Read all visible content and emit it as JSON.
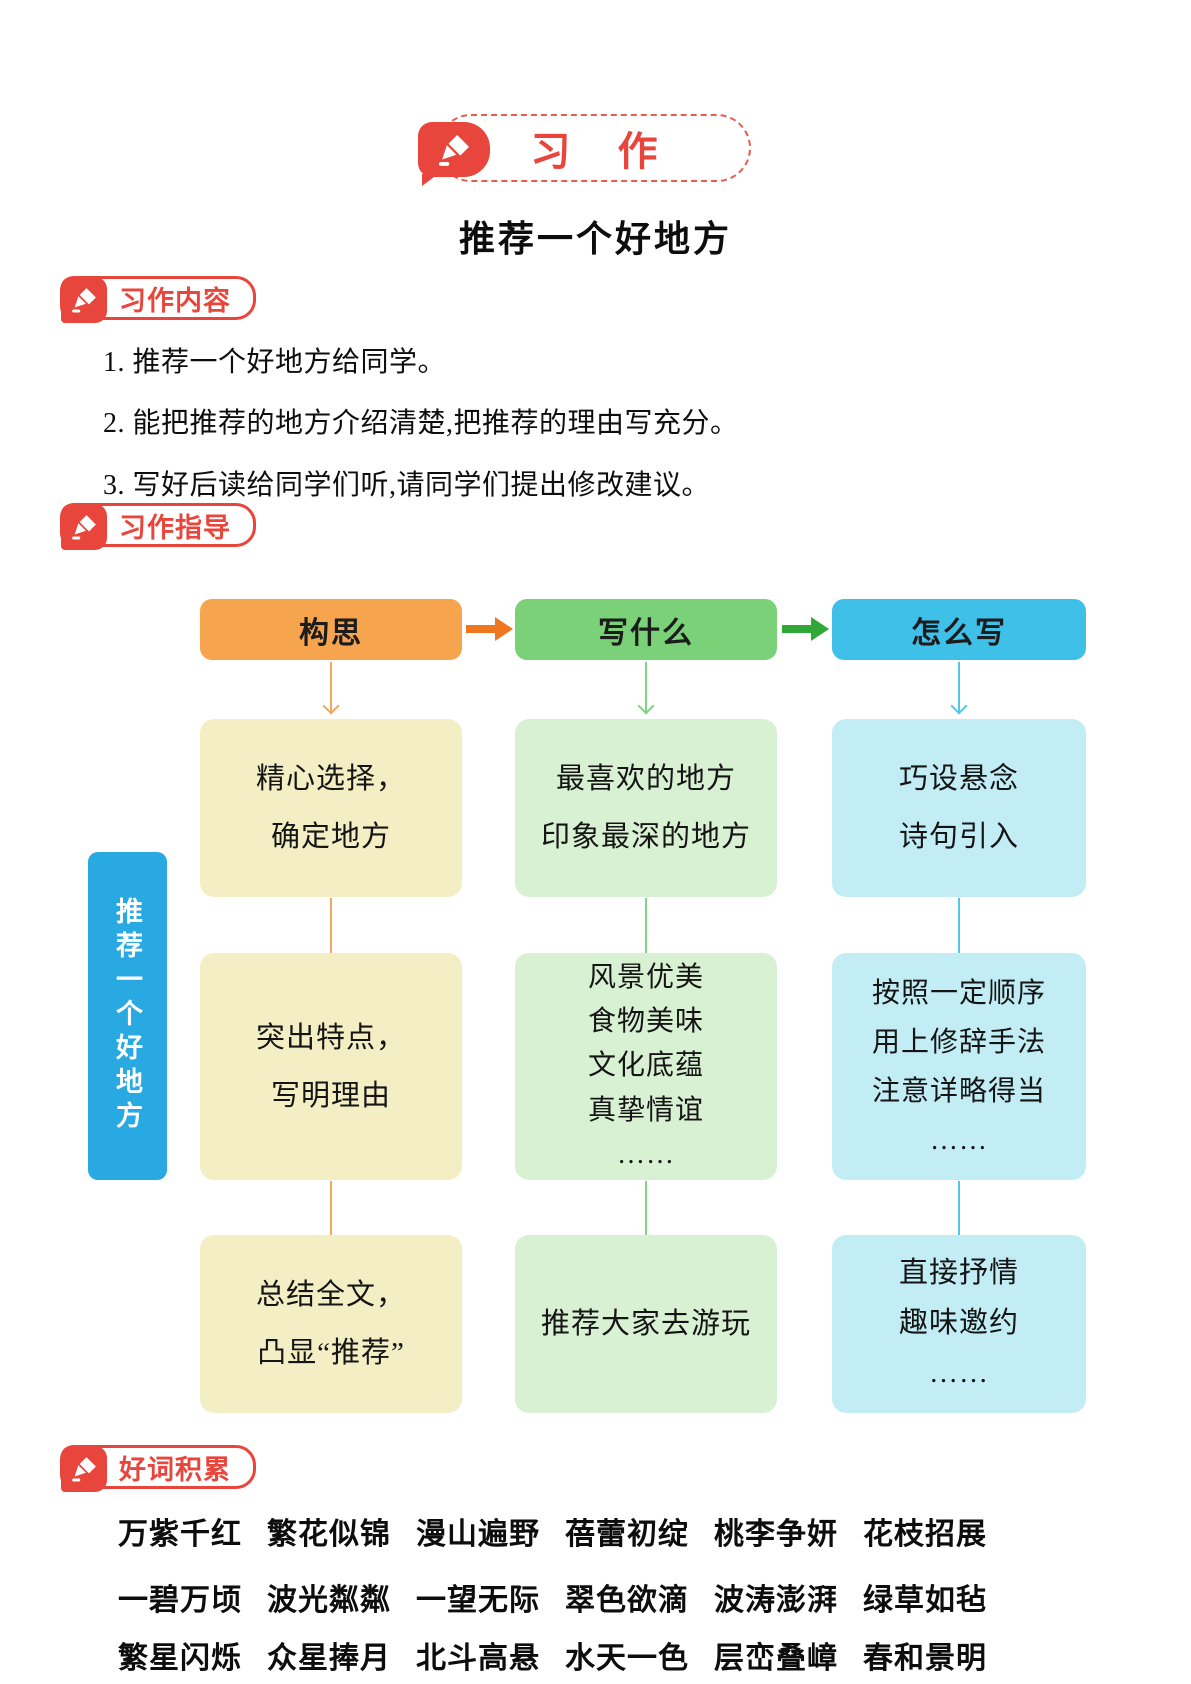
{
  "badge": {
    "label": "习 作"
  },
  "title": "推荐一个好地方",
  "accent_color": "#e8463c",
  "sections": {
    "content": {
      "label": "习作内容",
      "items": [
        "1. 推荐一个好地方给同学。",
        "2. 能把推荐的地方介绍清楚,把推荐的理由写充分。",
        "3. 写好后读给同学们听,请同学们提出修改建议。"
      ]
    },
    "guide": {
      "label": "习作指导"
    },
    "words": {
      "label": "好词积累",
      "rows": [
        [
          "万紫千红",
          "繁花似锦",
          "漫山遍野",
          "蓓蕾初绽",
          "桃李争妍",
          "花枝招展"
        ],
        [
          "一碧万顷",
          "波光粼粼",
          "一望无际",
          "翠色欲滴",
          "波涛澎湃",
          "绿草如毡"
        ],
        [
          "繁星闪烁",
          "众星捧月",
          "北斗高悬",
          "水天一色",
          "层峦叠嶂",
          "春和景明"
        ]
      ]
    }
  },
  "flowchart": {
    "side_label": "推荐一个好地方",
    "side_color": "#29a9e1",
    "arrows": [
      {
        "color": "#f0751f"
      },
      {
        "color": "#2fa838"
      }
    ],
    "columns": [
      {
        "header": "构思",
        "header_color": "#f6a54e",
        "box_color": "#f4eec5",
        "line_color": "#f0a85c",
        "boxes": [
          "精心选择，\n确定地方",
          "突出特点，\n写明理由",
          "总结全文，\n凸显“推荐”"
        ]
      },
      {
        "header": "写什么",
        "header_color": "#7bd178",
        "box_color": "#d9f1d3",
        "line_color": "#82d381",
        "boxes": [
          "最喜欢的地方\n印象最深的地方",
          "风景优美\n食物美味\n文化底蕴\n真挚情谊\n……",
          "推荐大家去游玩"
        ]
      },
      {
        "header": "怎么写",
        "header_color": "#3ec0e8",
        "box_color": "#c2edf5",
        "line_color": "#4fc8ea",
        "boxes": [
          "巧设悬念\n诗句引入",
          "按照一定顺序\n用上修辞手法\n注意详略得当\n……",
          "直接抒情\n趣味邀约\n……"
        ]
      }
    ]
  }
}
